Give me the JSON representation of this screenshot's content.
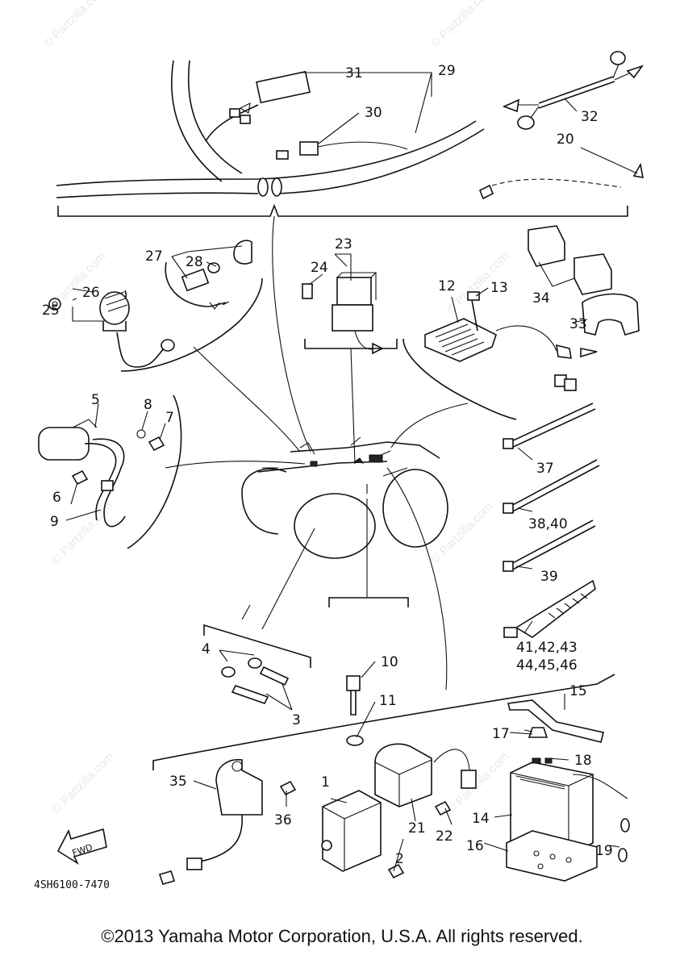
{
  "watermark": "© Partzilla.com",
  "drawing_code": "4SH6100-7470",
  "fwd_label": "FWD",
  "copyright": "©2013 Yamaha Motor Corporation, U.S.A. All rights reserved.",
  "callouts": {
    "c1": "1",
    "c2": "2",
    "c3": "3",
    "c4": "4",
    "c5": "5",
    "c6": "6",
    "c7": "7",
    "c8": "8",
    "c9": "9",
    "c10": "10",
    "c11": "11",
    "c12": "12",
    "c13": "13",
    "c14": "14",
    "c15": "15",
    "c16": "16",
    "c17": "17",
    "c18": "18",
    "c19": "19",
    "c20": "20",
    "c21": "21",
    "c22": "22",
    "c23": "23",
    "c24": "24",
    "c25": "25",
    "c26": "26",
    "c27": "27",
    "c28": "28",
    "c29": "29",
    "c30": "30",
    "c31": "31",
    "c32": "32",
    "c33": "33",
    "c34": "34",
    "c35": "35",
    "c36": "36",
    "c37": "37",
    "c38_40": "38,40",
    "c39": "39",
    "c41_43": "41,42,43",
    "c44_46": "44,45,46"
  }
}
